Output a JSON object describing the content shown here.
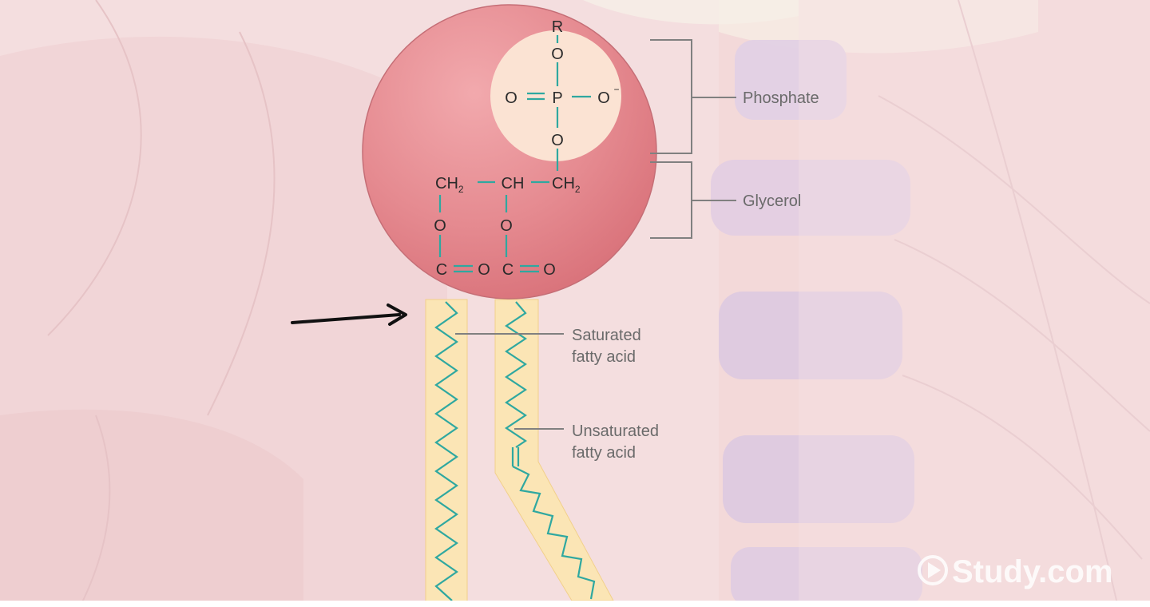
{
  "phospholipid": {
    "phosphate_group": {
      "r": "R",
      "o_top": "O",
      "o_left": "O",
      "p": "P",
      "o_right": "O",
      "o_minus": "−",
      "o_bottom": "O"
    },
    "glycerol_backbone": {
      "ch2_left": "CH",
      "ch2_left_sub": "2",
      "ch": "CH",
      "ch2_right": "CH",
      "ch2_right_sub": "2",
      "o_left": "O",
      "o_mid": "O"
    },
    "esters": {
      "c1": "C",
      "o1": "O",
      "c2": "C",
      "o2": "O"
    }
  },
  "labels": {
    "phosphate": "Phosphate",
    "glycerol": "Glycerol",
    "saturated_line1": "Saturated",
    "saturated_line2": "fatty acid",
    "unsaturated_line1": "Unsaturated",
    "unsaturated_line2": "fatty acid"
  },
  "watermark": {
    "text": "Study.com"
  },
  "colors": {
    "head": "#e58a90",
    "phosphate_zone": "#fbe3d3",
    "tail": "#fbe5b5",
    "bond": "#2fa8a0",
    "bracket": "#808080",
    "arrow": "#111111",
    "background": "#f4dedf"
  },
  "icons": {
    "pointer": "arrow-right-icon",
    "watermark_play": "play-circle-icon"
  }
}
